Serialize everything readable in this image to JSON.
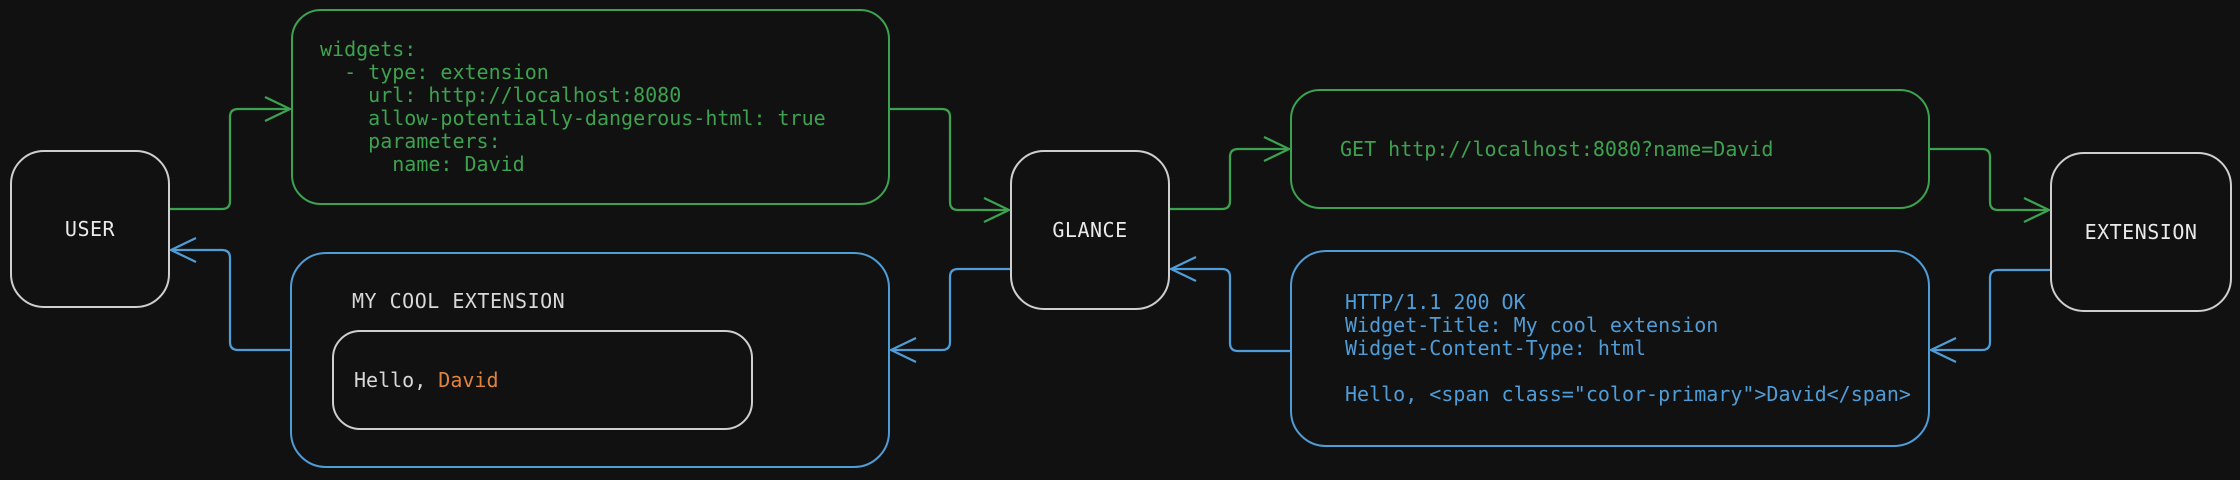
{
  "diagram": {
    "nodes": {
      "user": {
        "label": "USER"
      },
      "glance": {
        "label": "GLANCE"
      },
      "extension": {
        "label": "EXTENSION"
      }
    },
    "messages": {
      "config_yaml": {
        "lines": [
          "widgets:",
          "  - type: extension",
          "    url: http://localhost:8080",
          "    allow-potentially-dangerous-html: true",
          "    parameters:",
          "      name: David"
        ]
      },
      "http_request": {
        "text": "GET http://localhost:8080?name=David"
      },
      "http_response": {
        "lines": [
          "HTTP/1.1 200 OK",
          "Widget-Title: My cool extension",
          "Widget-Content-Type: html",
          "",
          "Hello, <span class=\"color-primary\">David</span>"
        ]
      },
      "widget_preview": {
        "title": "MY COOL EXTENSION",
        "greeting_prefix": "Hello, ",
        "greeting_name": "David"
      }
    },
    "colors": {
      "background": "#111111",
      "request_green": "#3da24f",
      "response_blue": "#4f9cd6",
      "node_border": "#cfcfcf",
      "text_light": "#d8d8d8",
      "node_text": "#eaeaea",
      "accent_orange": "#e0823d"
    }
  }
}
